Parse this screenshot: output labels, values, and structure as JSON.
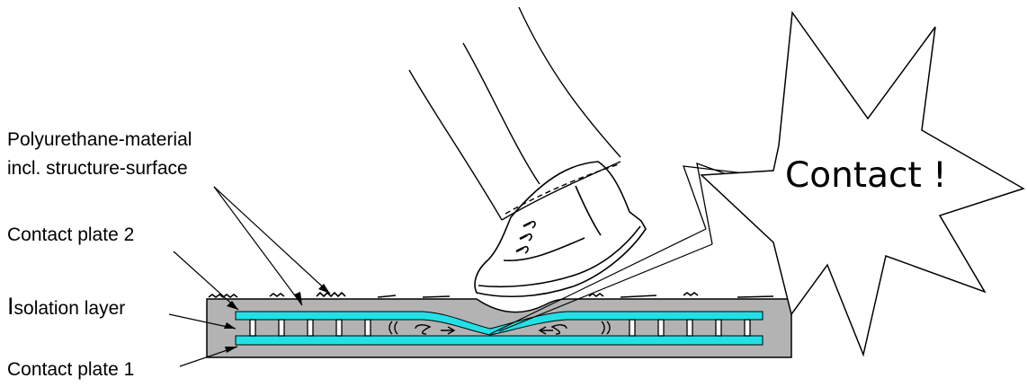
{
  "labels": {
    "polyurethane_line1": "Polyurethane-material",
    "polyurethane_line2": "incl. structure-surface",
    "contact_plate_2": "Contact plate 2",
    "isolation_layer_first": "I",
    "isolation_layer_rest": "solation layer",
    "contact_plate_1": "Contact plate 1",
    "contact_exclamation": "Contact !"
  },
  "colors": {
    "housing": "#b3b3b3",
    "contact_plates": "#22e0e6",
    "outline": "#000000",
    "background": "#ffffff"
  },
  "icons": {
    "shoe": "shoe-icon",
    "burst": "burst-icon",
    "lightning": "lightning-icon"
  }
}
